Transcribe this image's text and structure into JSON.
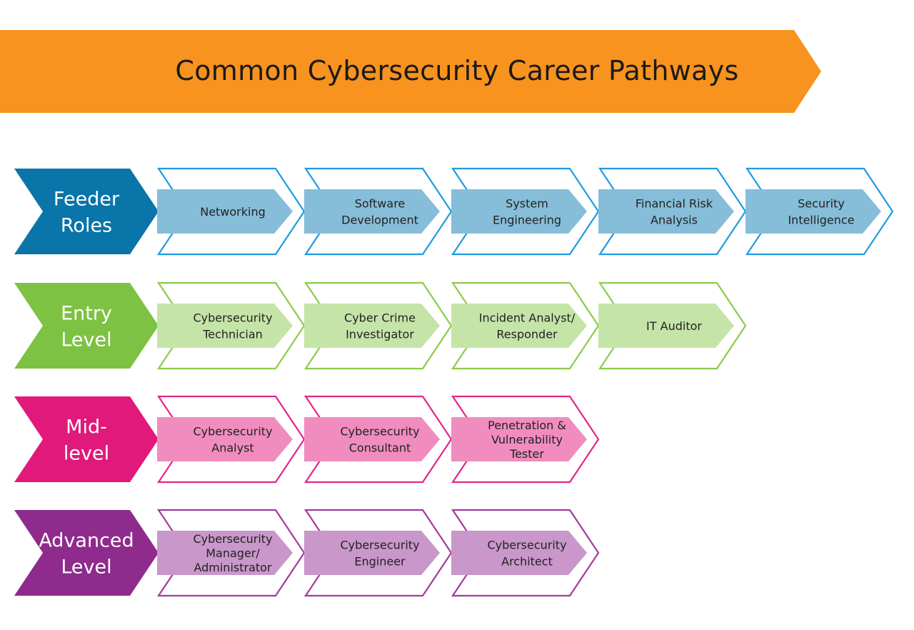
{
  "title": "Common Cybersecurity Career Pathways",
  "colors": {
    "banner": "#F7931E",
    "title_text": "#1a1a1a"
  },
  "levels": [
    {
      "label": [
        "Feeder",
        "Roles"
      ],
      "color": "#0A75A8",
      "outline": "#1E9BE0",
      "inner": "#86BDD8",
      "roles": [
        [
          "Networking"
        ],
        [
          "Software",
          "Development"
        ],
        [
          "System",
          "Engineering"
        ],
        [
          "Financial Risk",
          "Analysis"
        ],
        [
          "Security",
          "Intelligence"
        ]
      ]
    },
    {
      "label": [
        "Entry",
        "Level"
      ],
      "color": "#7DC242",
      "outline": "#8CCB4A",
      "inner": "#C5E4A8",
      "roles": [
        [
          "Cybersecurity",
          "Technician"
        ],
        [
          "Cyber Crime",
          "Investigator"
        ],
        [
          "Incident Analyst/",
          "Responder"
        ],
        [
          "IT Auditor"
        ]
      ]
    },
    {
      "label": [
        "Mid-",
        "level"
      ],
      "color": "#E0197A",
      "outline": "#E3268A",
      "inner": "#F08DBE",
      "roles": [
        [
          "Cybersecurity",
          "Analyst"
        ],
        [
          "Cybersecurity",
          "Consultant"
        ],
        [
          "Penetration &",
          "Vulnerability",
          "Tester"
        ]
      ]
    },
    {
      "label": [
        "Advanced",
        "Level"
      ],
      "color": "#8E2B8C",
      "outline": "#A23AA0",
      "inner": "#C997C9",
      "roles": [
        [
          "Cybersecurity",
          "Manager/",
          "Administrator"
        ],
        [
          "Cybersecurity",
          "Engineer"
        ],
        [
          "Cybersecurity",
          "Architect"
        ]
      ]
    }
  ]
}
